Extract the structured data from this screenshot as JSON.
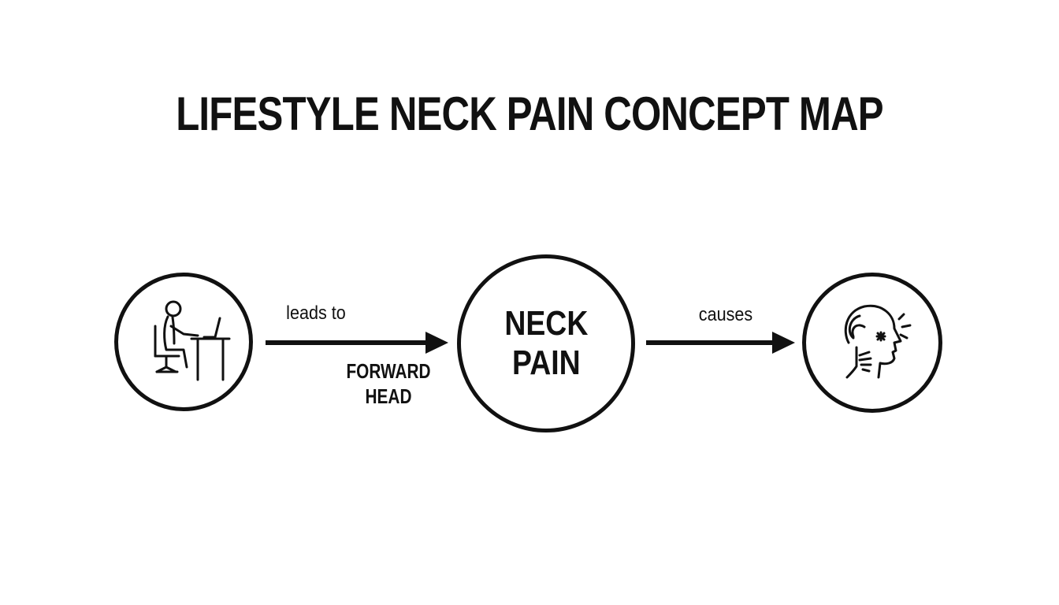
{
  "title": "LIFESTYLE NECK PAIN CONCEPT MAP",
  "nodes": {
    "left": {
      "icon": "person-at-desk-icon"
    },
    "center": {
      "line1": "NECK",
      "line2": "PAIN"
    },
    "right": {
      "icon": "head-neck-pain-icon"
    }
  },
  "edges": {
    "left_to_center": {
      "label": "leads to",
      "sublabel_line1": "FORWARD",
      "sublabel_line2": "HEAD"
    },
    "center_to_right": {
      "label": "causes"
    }
  }
}
